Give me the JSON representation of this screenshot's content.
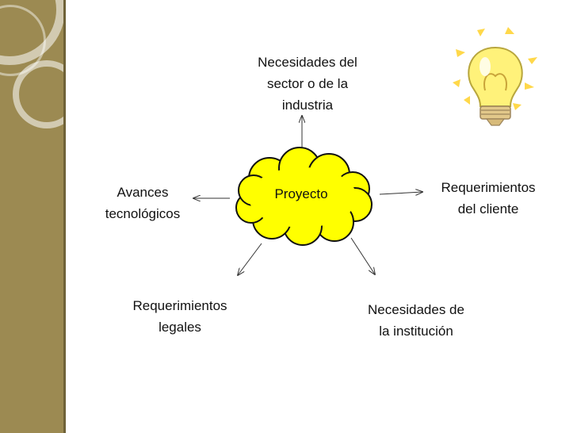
{
  "diagram": {
    "center": "Proyecto",
    "nodes": {
      "top": "Necesidades del\nsector o de la\nindustria",
      "left": "Avances\ntecnológicos",
      "right": "Requerimientos\ndel cliente",
      "bottom_left": "Requerimientos\nlegales",
      "bottom_right": "Necesidades de\nla institución"
    }
  },
  "colors": {
    "cloud_fill": "#ffff00",
    "band": "#9c8a52",
    "bulb": "#ffee55"
  },
  "decor": {
    "lightbulb_icon": "lightbulb-icon"
  }
}
